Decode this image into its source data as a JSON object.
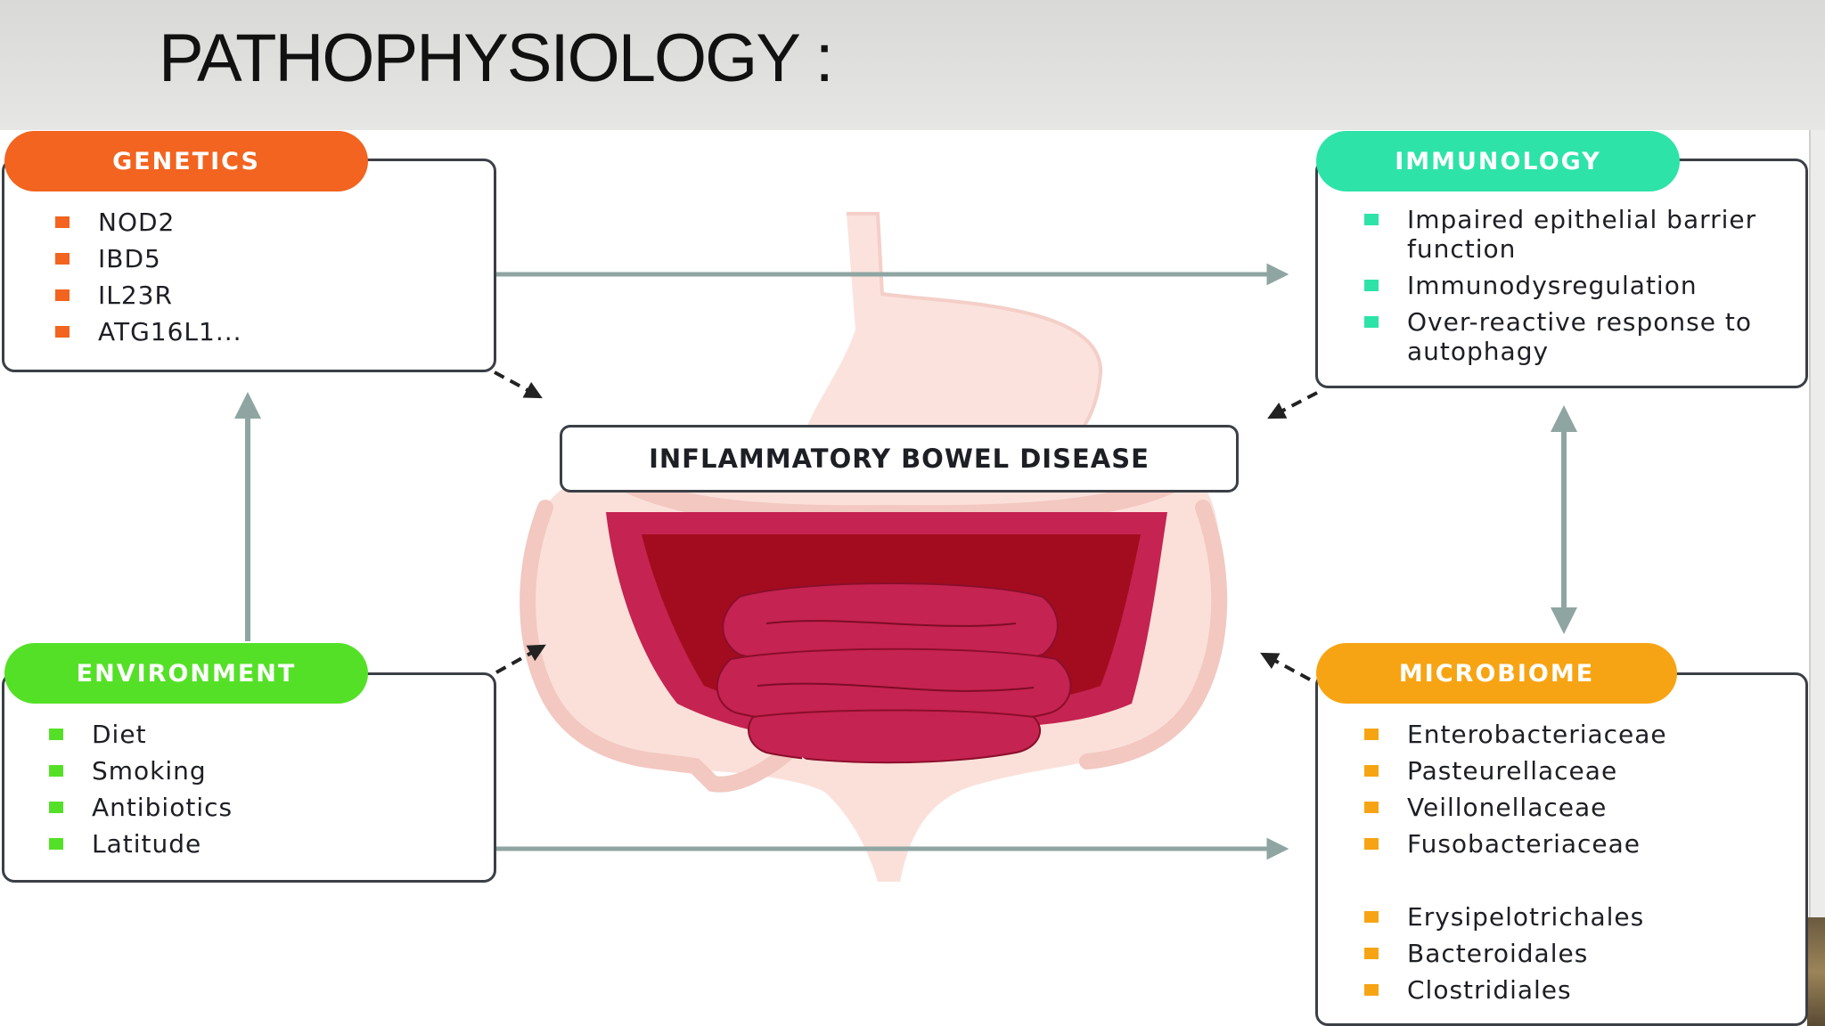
{
  "slide": {
    "title": "PATHOPHYSIOLOGY :"
  },
  "center_label": "INFLAMMATORY BOWEL DISEASE",
  "colors": {
    "genetics": "#f2641f",
    "immunology": "#2ee3a7",
    "environment": "#55e028",
    "microbiome": "#f7a414",
    "arrow": "#8fa5a2",
    "dashed_arrow": "#222222",
    "intestine": "#c52351",
    "intestine_dark": "#a30c1f",
    "gut_outline": "#f7d8d3"
  },
  "genetics": {
    "tag": "GENETICS",
    "items": [
      "NOD2",
      "IBD5",
      "IL23R",
      "ATG16L1..."
    ]
  },
  "immunology": {
    "tag": "IMMUNOLOGY",
    "items": [
      "Impaired epithelial barrier function",
      "Immunodysregulation",
      "Over-reactive response to autophagy"
    ]
  },
  "environment": {
    "tag": "ENVIRONMENT",
    "items": [
      "Diet",
      "Smoking",
      "Antibiotics",
      "Latitude"
    ]
  },
  "microbiome": {
    "tag": "MICROBIOME",
    "increased_icon": "arrow-up-icon",
    "decreased_icon": "arrow-down-icon",
    "increased": [
      "Enterobacteriaceae",
      "Pasteurellaceae",
      "Veillonellaceae",
      "Fusobacteriaceae"
    ],
    "decreased": [
      "Erysipelotrichales",
      "Bacteroidales",
      "Clostridiales"
    ]
  }
}
